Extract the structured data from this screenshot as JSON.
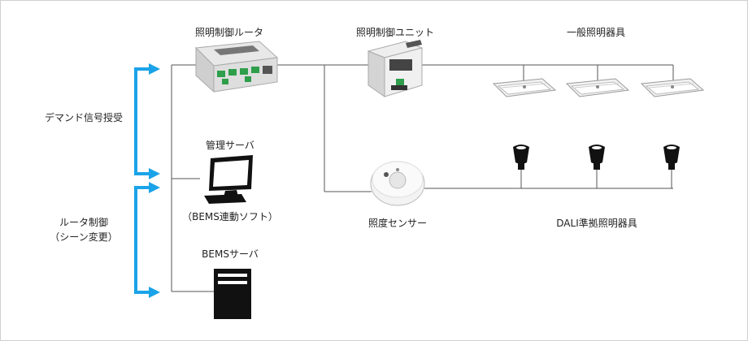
{
  "labels": {
    "router": "照明制御ルータ",
    "unit": "照明制御ユニット",
    "general_fixtures": "一般照明器具",
    "demand_signal": "デマンド信号授受",
    "mgmt_server": "管理サーバ",
    "bems_link_1": "（BEMS連動ソフト）",
    "router_control_1": "ルータ制御",
    "router_control_2": "（シーン変更）",
    "bems_server": "BEMSサーバ",
    "illum_sensor": "照度センサー",
    "dali_fixtures": "DALI準拠照明器具"
  },
  "colors": {
    "arrow": "#1aa3e8",
    "line": "#555555",
    "text": "#222222",
    "device_dark": "#111111"
  },
  "icons": [
    "router-device-icon",
    "control-unit-icon",
    "fluorescent-fixture-icon",
    "dali-lamp-icon",
    "monitor-icon",
    "server-tower-icon",
    "sensor-icon"
  ]
}
